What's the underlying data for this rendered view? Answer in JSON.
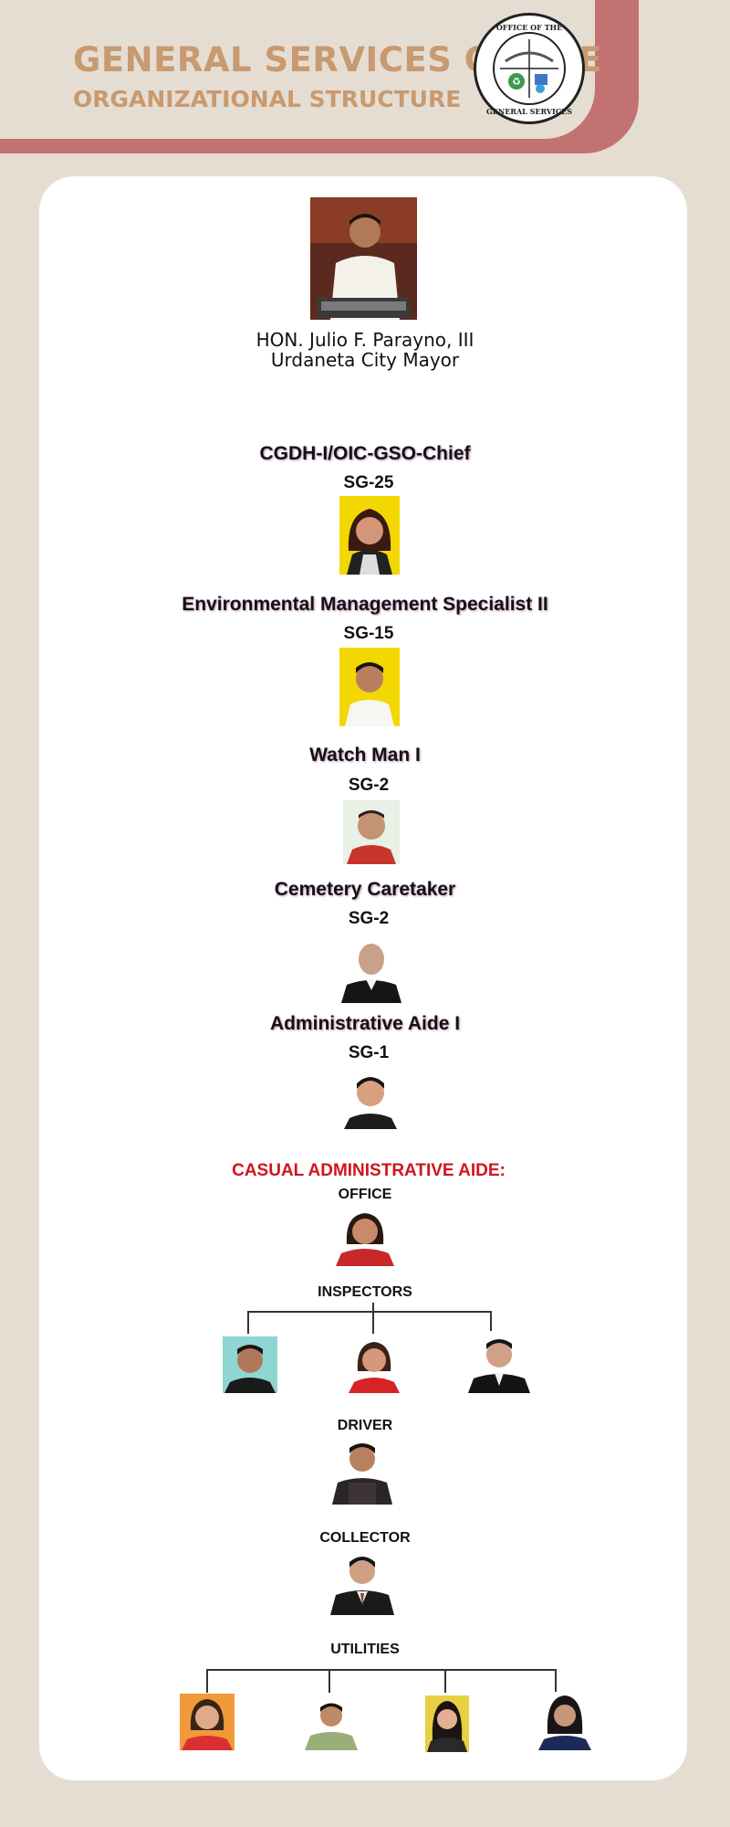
{
  "header": {
    "title": "GENERAL SERVICES OFFICE",
    "subtitle": "ORGANIZATIONAL STRUCTURE",
    "seal_top_text": "OFFICE OF THE",
    "seal_bottom_text": "GENERAL SERVICES"
  },
  "mayor": {
    "name": "HON. Julio F. Parayno, III",
    "title": "Urdaneta City Mayor"
  },
  "positions": [
    {
      "title": "CGDH-I/OIC-GSO-Chief",
      "grade": "SG-25"
    },
    {
      "title": "Environmental Management Specialist II",
      "grade": "SG-15"
    },
    {
      "title": "Watch Man I",
      "grade": "SG-2"
    },
    {
      "title": "Cemetery Caretaker",
      "grade": "SG-2"
    },
    {
      "title": "Administrative Aide I",
      "grade": "SG-1"
    }
  ],
  "casual": {
    "heading": "CASUAL ADMINISTRATIVE AIDE:",
    "office": "OFFICE",
    "inspectors": "INSPECTORS",
    "driver": "DRIVER",
    "collector": "COLLECTOR",
    "utilities": "UTILITIES"
  },
  "colors": {
    "background": "#e6ddd2",
    "banner_accent": "#c27270",
    "title_color": "#c79a70",
    "casual_heading": "#d0141e"
  }
}
